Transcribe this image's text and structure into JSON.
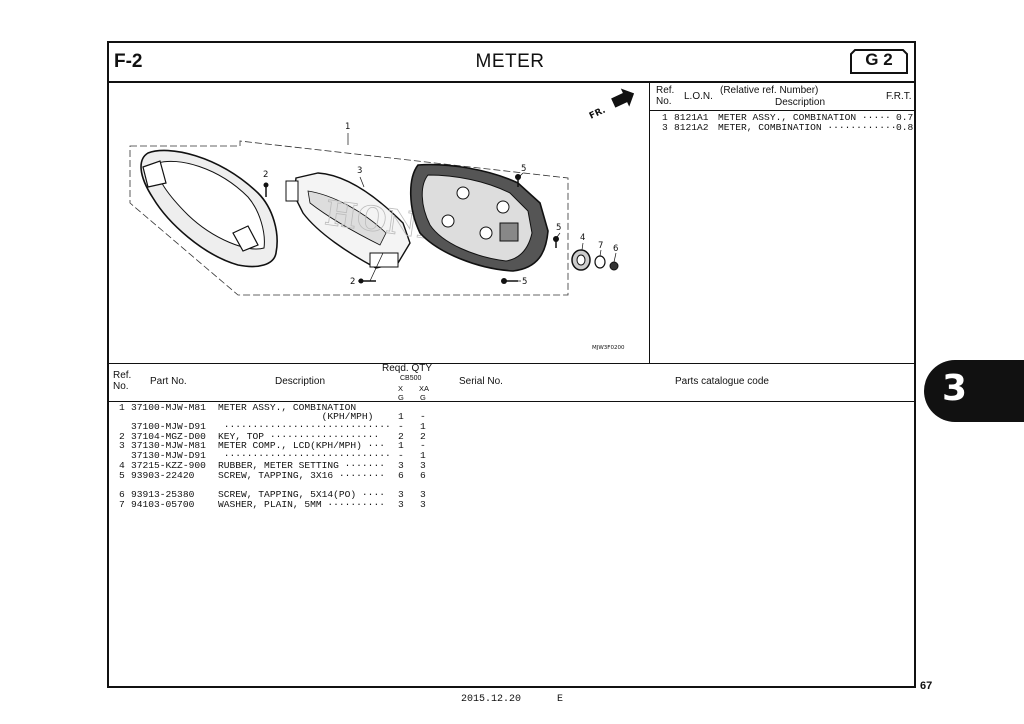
{
  "header": {
    "section": "F-2",
    "title": "METER",
    "group": "G 2"
  },
  "ref_table": {
    "headers": {
      "ref_no": "Ref.\nNo.",
      "lon": "L.O.N.",
      "relative": "(Relative ref. Number)",
      "description": "Description",
      "frt": "F.R.T."
    },
    "rows": [
      {
        "ref": "1",
        "lon": "8121A1",
        "description": "METER ASSY., COMBINATION ·····",
        "frt": "0.7"
      },
      {
        "ref": "3",
        "lon": "8121A2",
        "description": "METER, COMBINATION ············",
        "frt": "0.8"
      }
    ]
  },
  "diagram": {
    "code": "MJW3F0200",
    "direction_label": "FR.",
    "watermark": "HONDA",
    "callouts": [
      "1",
      "2",
      "3",
      "5",
      "5",
      "4",
      "7",
      "6",
      "2",
      "5"
    ]
  },
  "parts_table": {
    "headers": {
      "ref_no": "Ref.\nNo.",
      "part_no": "Part No.",
      "description": "Description",
      "reqd_qty": "Reqd. QTY",
      "model": "CB500",
      "col_x": "X",
      "col_xa": "XA",
      "col_g1": "G",
      "col_g2": "G",
      "serial_no": "Serial No.",
      "catalogue_code": "Parts catalogue code"
    },
    "rows": [
      {
        "ref": "1",
        "part_no": "37100-MJW-M81",
        "description": "METER ASSY., COMBINATION",
        "x": "",
        "xa": ""
      },
      {
        "ref": "",
        "part_no": "",
        "description": "                  (KPH/MPH)",
        "x": "1",
        "xa": "-"
      },
      {
        "ref": "",
        "part_no": "37100-MJW-D91",
        "description": " ·····························",
        "x": "-",
        "xa": "1"
      },
      {
        "ref": "2",
        "part_no": "37104-MGZ-D00",
        "description": "KEY, TOP ···················",
        "x": "2",
        "xa": "2"
      },
      {
        "ref": "3",
        "part_no": "37130-MJW-M81",
        "description": "METER COMP., LCD(KPH/MPH) ···",
        "x": "1",
        "xa": "-"
      },
      {
        "ref": "",
        "part_no": "37130-MJW-D91",
        "description": " ·····························",
        "x": "-",
        "xa": "1"
      },
      {
        "ref": "4",
        "part_no": "37215-KZZ-900",
        "description": "RUBBER, METER SETTING ·······",
        "x": "3",
        "xa": "3"
      },
      {
        "ref": "5",
        "part_no": "93903-22420",
        "description": "SCREW, TAPPING, 3X16 ········",
        "x": "6",
        "xa": "6"
      },
      {
        "ref": "6",
        "part_no": "93913-25380",
        "description": "SCREW, TAPPING, 5X14(PO) ····",
        "x": "3",
        "xa": "3"
      },
      {
        "ref": "7",
        "part_no": "94103-05700",
        "description": "WASHER, PLAIN, 5MM ··········",
        "x": "3",
        "xa": "3"
      }
    ]
  },
  "side_tab": "3",
  "page_number": "67",
  "footer": {
    "date": "2015.12.20",
    "edition": "E"
  }
}
